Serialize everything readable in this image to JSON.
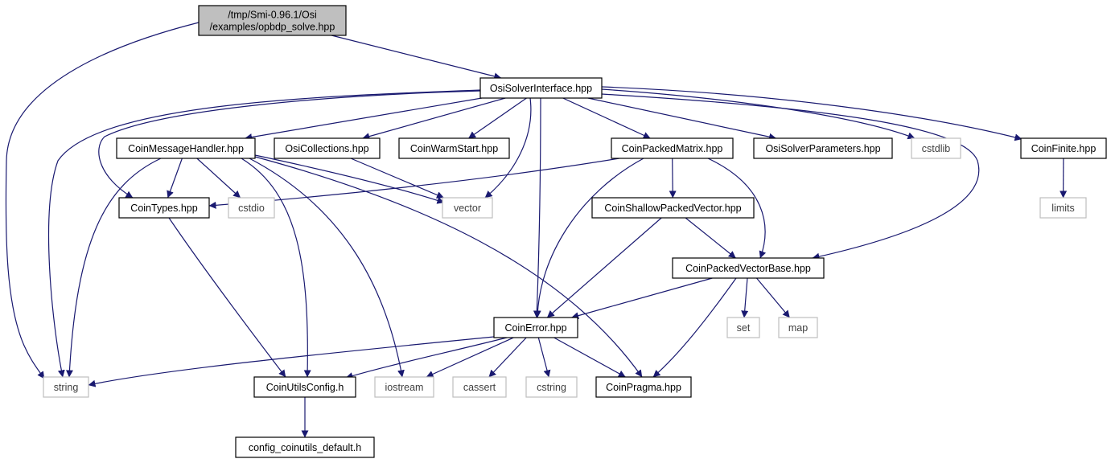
{
  "colors": {
    "edge": "#191970",
    "node_border": "#000000",
    "system_border": "#bfbfbf",
    "system_text": "#404040",
    "root_fill": "#bfbfbf",
    "text": "#000000"
  },
  "nodes": [
    {
      "id": "root",
      "label": "/tmp/Smi-0.96.1/Osi\n/examples/opbdp_solve.hpp",
      "kind": "root"
    },
    {
      "id": "osisolverinterface",
      "label": "OsiSolverInterface.hpp",
      "kind": "file"
    },
    {
      "id": "coinmessagehandler",
      "label": "CoinMessageHandler.hpp",
      "kind": "file"
    },
    {
      "id": "osicollections",
      "label": "OsiCollections.hpp",
      "kind": "file"
    },
    {
      "id": "coinwarmstart",
      "label": "CoinWarmStart.hpp",
      "kind": "file"
    },
    {
      "id": "coinpackedmatrix",
      "label": "CoinPackedMatrix.hpp",
      "kind": "file"
    },
    {
      "id": "osisolverparameters",
      "label": "OsiSolverParameters.hpp",
      "kind": "file"
    },
    {
      "id": "cstdlib",
      "label": "cstdlib",
      "kind": "system"
    },
    {
      "id": "coinfinite",
      "label": "CoinFinite.hpp",
      "kind": "file"
    },
    {
      "id": "cointypes",
      "label": "CoinTypes.hpp",
      "kind": "file"
    },
    {
      "id": "cstdio",
      "label": "cstdio",
      "kind": "system"
    },
    {
      "id": "vector",
      "label": "vector",
      "kind": "system"
    },
    {
      "id": "coinshallowpackedvector",
      "label": "CoinShallowPackedVector.hpp",
      "kind": "file"
    },
    {
      "id": "limits",
      "label": "limits",
      "kind": "system"
    },
    {
      "id": "coinpackedvectorbase",
      "label": "CoinPackedVectorBase.hpp",
      "kind": "file"
    },
    {
      "id": "coinerror",
      "label": "CoinError.hpp",
      "kind": "file"
    },
    {
      "id": "set",
      "label": "set",
      "kind": "system"
    },
    {
      "id": "map",
      "label": "map",
      "kind": "system"
    },
    {
      "id": "string",
      "label": "string",
      "kind": "system"
    },
    {
      "id": "coinutilsconfig",
      "label": "CoinUtilsConfig.h",
      "kind": "file"
    },
    {
      "id": "iostream",
      "label": "iostream",
      "kind": "system"
    },
    {
      "id": "cassert",
      "label": "cassert",
      "kind": "system"
    },
    {
      "id": "cstring",
      "label": "cstring",
      "kind": "system"
    },
    {
      "id": "coinpragma",
      "label": "CoinPragma.hpp",
      "kind": "file"
    },
    {
      "id": "config_coinutils_default",
      "label": "config_coinutils_default.h",
      "kind": "file"
    }
  ],
  "edges": [
    {
      "from": "root",
      "to": "osisolverinterface"
    },
    {
      "from": "root",
      "to": "string"
    },
    {
      "from": "osisolverinterface",
      "to": "string"
    },
    {
      "from": "osisolverinterface",
      "to": "cointypes"
    },
    {
      "from": "osisolverinterface",
      "to": "coinmessagehandler"
    },
    {
      "from": "osisolverinterface",
      "to": "osicollections"
    },
    {
      "from": "osisolverinterface",
      "to": "coinwarmstart"
    },
    {
      "from": "osisolverinterface",
      "to": "vector"
    },
    {
      "from": "osisolverinterface",
      "to": "coinerror"
    },
    {
      "from": "osisolverinterface",
      "to": "coinpackedmatrix"
    },
    {
      "from": "osisolverinterface",
      "to": "osisolverparameters"
    },
    {
      "from": "osisolverinterface",
      "to": "cstdlib"
    },
    {
      "from": "osisolverinterface",
      "to": "coinfinite"
    },
    {
      "from": "osisolverinterface",
      "to": "coinpackedvectorbase"
    },
    {
      "from": "coinmessagehandler",
      "to": "string"
    },
    {
      "from": "coinmessagehandler",
      "to": "cointypes"
    },
    {
      "from": "coinmessagehandler",
      "to": "cstdio"
    },
    {
      "from": "coinmessagehandler",
      "to": "vector"
    },
    {
      "from": "coinmessagehandler",
      "to": "coinutilsconfig"
    },
    {
      "from": "coinmessagehandler",
      "to": "iostream"
    },
    {
      "from": "coinmessagehandler",
      "to": "coinpragma"
    },
    {
      "from": "osicollections",
      "to": "vector"
    },
    {
      "from": "coinpackedmatrix",
      "to": "cointypes"
    },
    {
      "from": "coinpackedmatrix",
      "to": "coinerror"
    },
    {
      "from": "coinpackedmatrix",
      "to": "coinshallowpackedvector"
    },
    {
      "from": "coinpackedmatrix",
      "to": "coinpackedvectorbase"
    },
    {
      "from": "coinfinite",
      "to": "limits"
    },
    {
      "from": "cointypes",
      "to": "coinutilsconfig"
    },
    {
      "from": "coinshallowpackedvector",
      "to": "coinerror"
    },
    {
      "from": "coinshallowpackedvector",
      "to": "coinpackedvectorbase"
    },
    {
      "from": "coinpackedvectorbase",
      "to": "coinerror"
    },
    {
      "from": "coinpackedvectorbase",
      "to": "set"
    },
    {
      "from": "coinpackedvectorbase",
      "to": "map"
    },
    {
      "from": "coinpackedvectorbase",
      "to": "coinpragma"
    },
    {
      "from": "coinerror",
      "to": "string"
    },
    {
      "from": "coinerror",
      "to": "coinutilsconfig"
    },
    {
      "from": "coinerror",
      "to": "iostream"
    },
    {
      "from": "coinerror",
      "to": "cassert"
    },
    {
      "from": "coinerror",
      "to": "cstring"
    },
    {
      "from": "coinerror",
      "to": "coinpragma"
    },
    {
      "from": "coinutilsconfig",
      "to": "config_coinutils_default"
    }
  ]
}
